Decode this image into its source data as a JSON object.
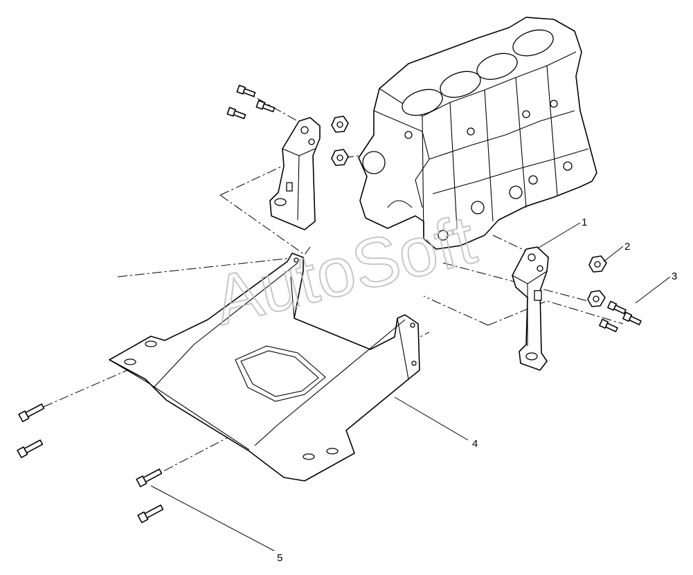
{
  "watermark": "AutoSoft",
  "callouts": [
    {
      "id": "1",
      "label": "1"
    },
    {
      "id": "2",
      "label": "2"
    },
    {
      "id": "3",
      "label": "3"
    },
    {
      "id": "4",
      "label": "4"
    },
    {
      "id": "5",
      "label": "5"
    }
  ],
  "colors": {
    "line": "#000000",
    "watermark": "#b8b8b8",
    "background": "#ffffff"
  }
}
